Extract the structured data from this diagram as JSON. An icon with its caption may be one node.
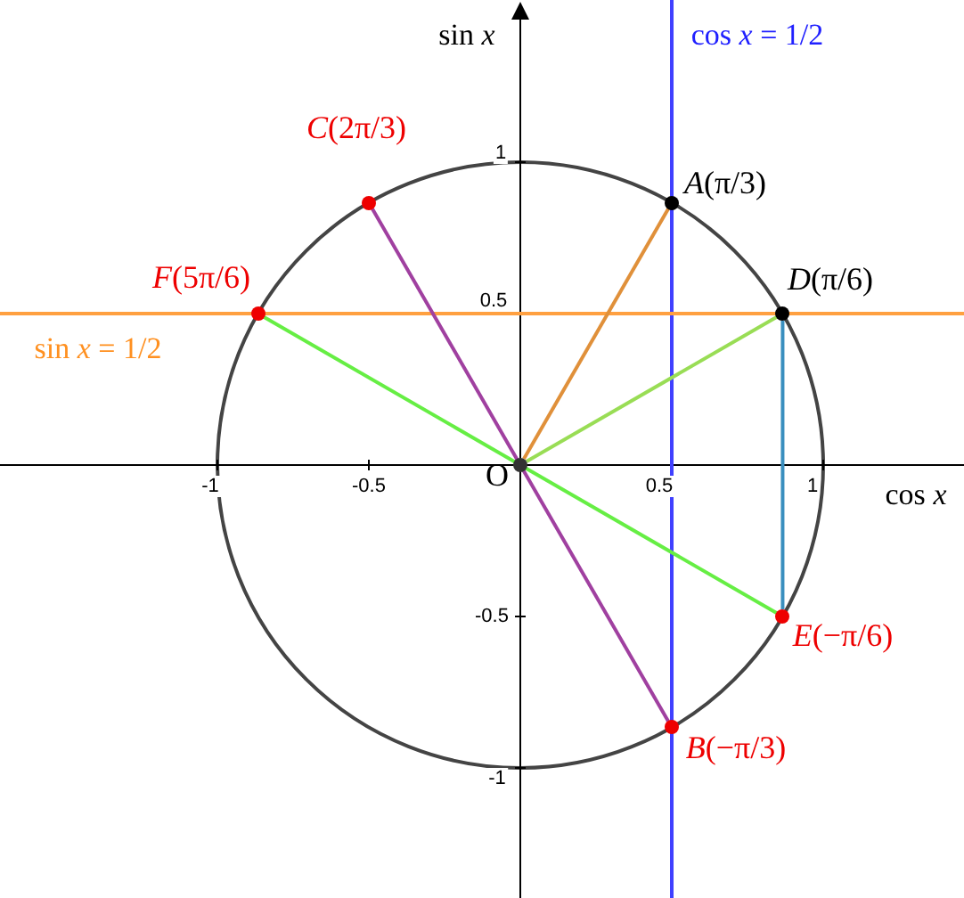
{
  "diagram": {
    "nodes": [
      {
        "text": [],
        "shape": "circle",
        "beside": [
          "*C*(2π/3)"
        ]
      },
      {
        "text": [],
        "shape": "circle",
        "beside": [
          "*A*(π/3)"
        ]
      },
      {
        "text": [],
        "shape": "circle",
        "beside": [
          "*F*(5π/6)"
        ]
      },
      {
        "text": [],
        "shape": "circle",
        "beside": [
          "*D*(π/6)"
        ]
      },
      {
        "text": [],
        "shape": "circle",
        "beside": [
          "O"
        ]
      },
      {
        "text": [],
        "shape": "circle",
        "beside": [
          "*E*(−π/6)"
        ]
      },
      {
        "text": [],
        "shape": "circle",
        "beside": [
          "*B*(−π/3)"
        ]
      }
    ],
    "edges": [
      {
        "from": 0,
        "to": 6,
        "arrow": "none",
        "color": "#a040a0"
      },
      {
        "from": 4,
        "to": 1,
        "arrow": "none",
        "color": "#e0903a"
      },
      {
        "from": 2,
        "to": 5,
        "arrow": "none",
        "color": "#66ee44"
      },
      {
        "from": 4,
        "to": 3,
        "arrow": "none",
        "color": "#99dd55"
      },
      {
        "from": 3,
        "to": 5,
        "arrow": "none",
        "color": "#3a8fbf"
      }
    ],
    "labels": [
      "sin *x*",
      "cos *x* = 1/2",
      "1",
      "0.5",
      "sin *x* = 1/2",
      "-1",
      "-0.5",
      "0.5",
      "1",
      "cos *x*",
      "-0.5",
      "-1"
    ]
  }
}
